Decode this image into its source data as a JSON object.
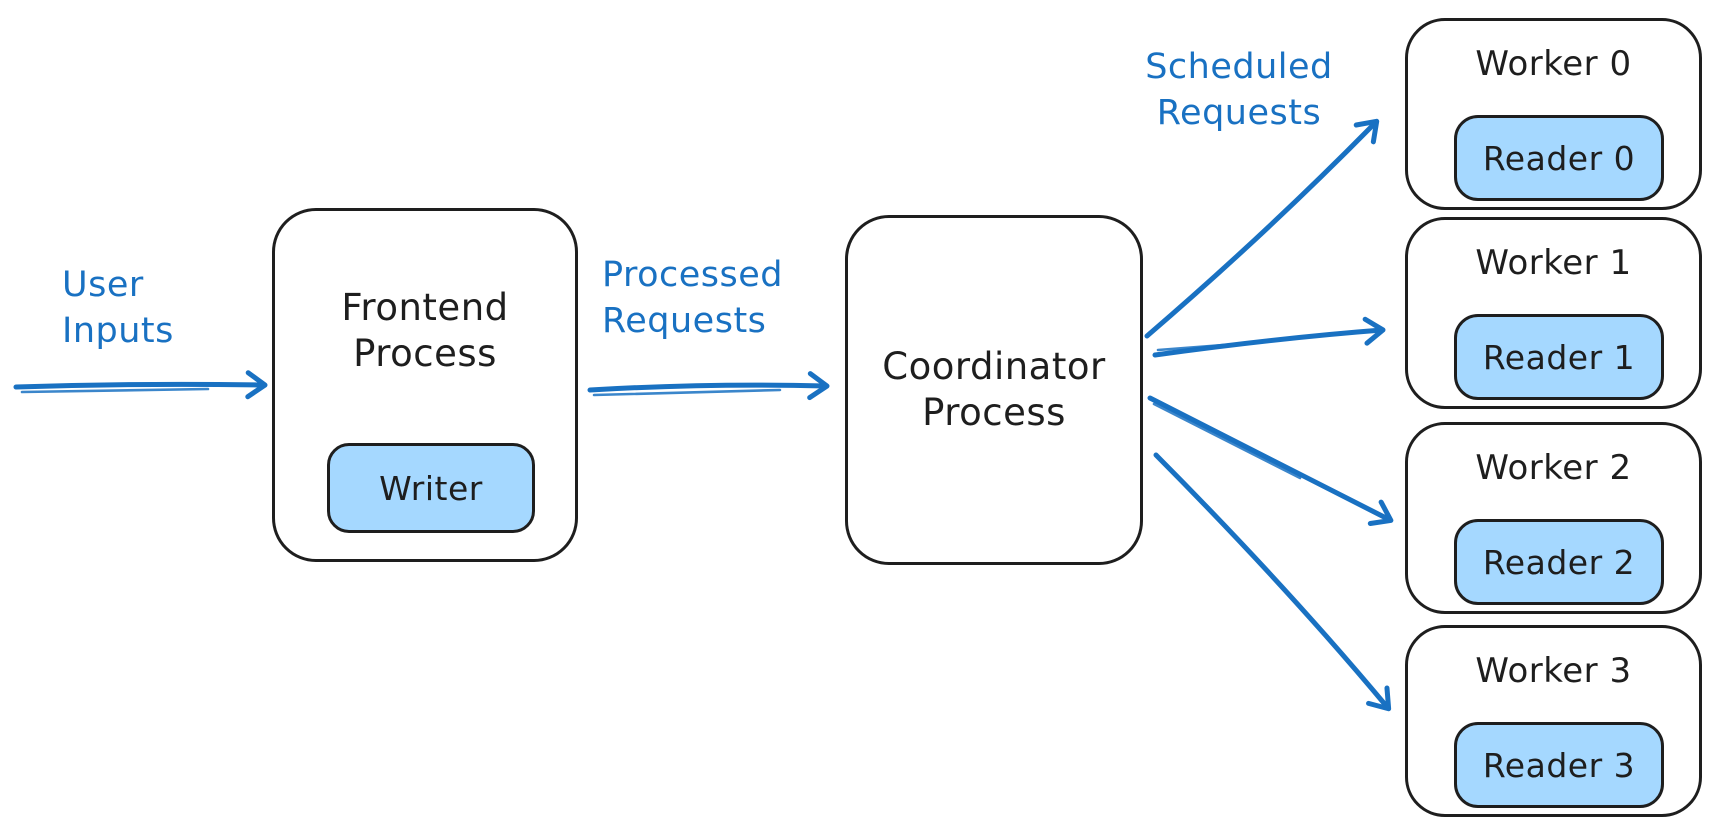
{
  "diagram": {
    "colors": {
      "accent_blue": "#1971c2",
      "fill_light_blue": "#a5d8ff",
      "stroke_black": "#1e1e1e",
      "background": "#ffffff"
    },
    "labels": {
      "user_inputs": "User Inputs",
      "processed_requests": "Processed Requests",
      "scheduled_requests": "Scheduled Requests"
    },
    "nodes": {
      "frontend": {
        "title": "Frontend Process",
        "child": "Writer"
      },
      "coordinator": {
        "title": "Coordinator Process"
      },
      "workers": [
        {
          "title": "Worker 0",
          "child": "Reader 0"
        },
        {
          "title": "Worker 1",
          "child": "Reader 1"
        },
        {
          "title": "Worker 2",
          "child": "Reader 2"
        },
        {
          "title": "Worker 3",
          "child": "Reader 3"
        }
      ]
    },
    "edges": [
      {
        "from": "user",
        "to": "frontend-process",
        "label": "User Inputs"
      },
      {
        "from": "frontend-process",
        "to": "coordinator-process",
        "label": "Processed Requests"
      },
      {
        "from": "coordinator-process",
        "to": "worker-0",
        "label": "Scheduled Requests"
      },
      {
        "from": "coordinator-process",
        "to": "worker-1",
        "label": ""
      },
      {
        "from": "coordinator-process",
        "to": "worker-2",
        "label": ""
      },
      {
        "from": "coordinator-process",
        "to": "worker-3",
        "label": ""
      }
    ]
  }
}
